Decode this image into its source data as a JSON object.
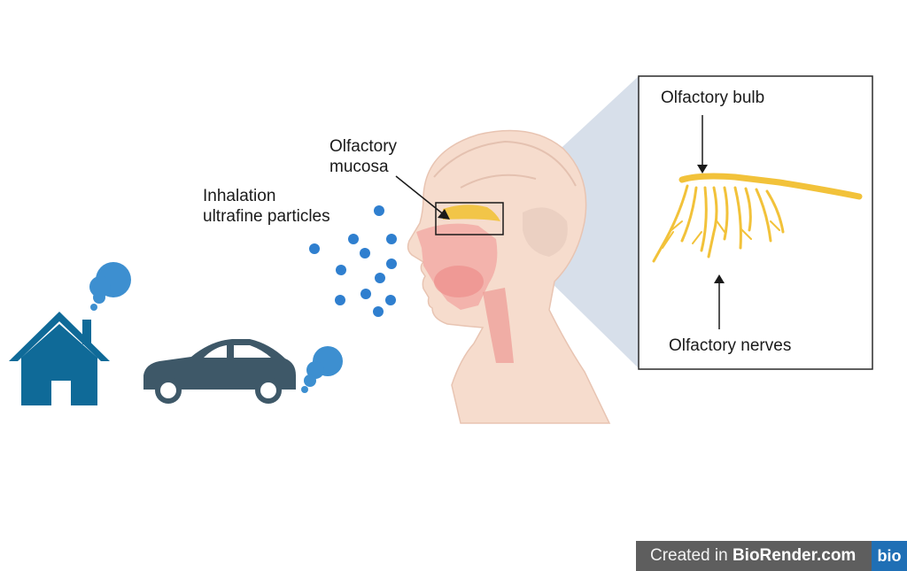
{
  "labels": {
    "mucosa_line1": "Olfactory",
    "mucosa_line2": "mucosa",
    "inhalation_line1": "Inhalation",
    "inhalation_line2": "ultrafine particles",
    "bulb": "Olfactory bulb",
    "nerves": "Olfactory nerves"
  },
  "footer": {
    "prefix": "Created in ",
    "brand": "BioRender.com",
    "logo": "bio"
  },
  "colors": {
    "house": "#0f6a98",
    "car": "#3e5868",
    "smoke": "#3d8fd0",
    "particles": "#2f7fcf",
    "skin": "#f6dccd",
    "nerve": "#f2c23a",
    "zoom_panel": "#d3dce8"
  },
  "icons": [
    "house-icon",
    "car-icon",
    "smoke-icon",
    "head-icon",
    "olfactory-bulb-icon"
  ]
}
